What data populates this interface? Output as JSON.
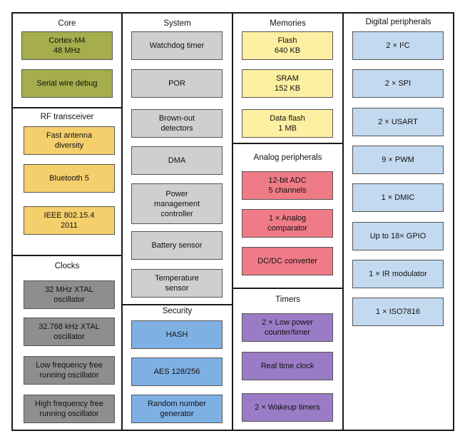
{
  "sections": {
    "core": {
      "title": "Core",
      "blocks": [
        "Cortex-M4\n48 MHz",
        "Serial wire debug"
      ]
    },
    "rf": {
      "title": "RF transceiver",
      "blocks": [
        "Fast antenna\ndiversity",
        "Bluetooth 5",
        "IEEE 802.15.4\n2011"
      ]
    },
    "clocks": {
      "title": "Clocks",
      "blocks": [
        "32 MHz XTAL\noscillator",
        "32.768 kHz XTAL\noscillator",
        "Low frequency free\nrunning oscillator",
        "High frequency free\nrunning oscillator"
      ]
    },
    "system": {
      "title": "System",
      "blocks": [
        "Watchdog timer",
        "POR",
        "Brown-out\ndetectors",
        "DMA",
        "Power\nmanagement\ncontroller",
        "Battery sensor",
        "Temperature\nsensor"
      ]
    },
    "security": {
      "title": "Security",
      "blocks": [
        "HASH",
        "AES 128/256",
        "Random number\ngenerator"
      ]
    },
    "memories": {
      "title": "Memories",
      "blocks": [
        "Flash\n640 KB",
        "SRAM\n152 KB",
        "Data flash\n1 MB"
      ]
    },
    "analog": {
      "title": "Analog peripherals",
      "blocks": [
        "12-bit ADC\n5 channels",
        "1 × Analog\ncomparator",
        "DC/DC converter"
      ]
    },
    "timers": {
      "title": "Timers",
      "blocks": [
        "2 × Low power\ncounter/timer",
        "Real time clock",
        "2 × Wakeup timers"
      ]
    },
    "digital": {
      "title": "Digital peripherals",
      "blocks": [
        "2 × I²C",
        "2 × SPI",
        "2 × USART",
        "9 × PWM",
        "1 × DMIC",
        "Up to 18× GPIO",
        "1 × IR modulator",
        "1 × ISO7816"
      ]
    }
  },
  "colors": {
    "core": "#a5ad4d",
    "rf": "#f4cf6b",
    "clocks": "#8e8e8e",
    "system": "#cfcfcf",
    "security": "#7fb0e4",
    "memories": "#fdefa1",
    "analog": "#ef7b86",
    "timers": "#9a7cc6",
    "digital": "#c3d9ef"
  }
}
